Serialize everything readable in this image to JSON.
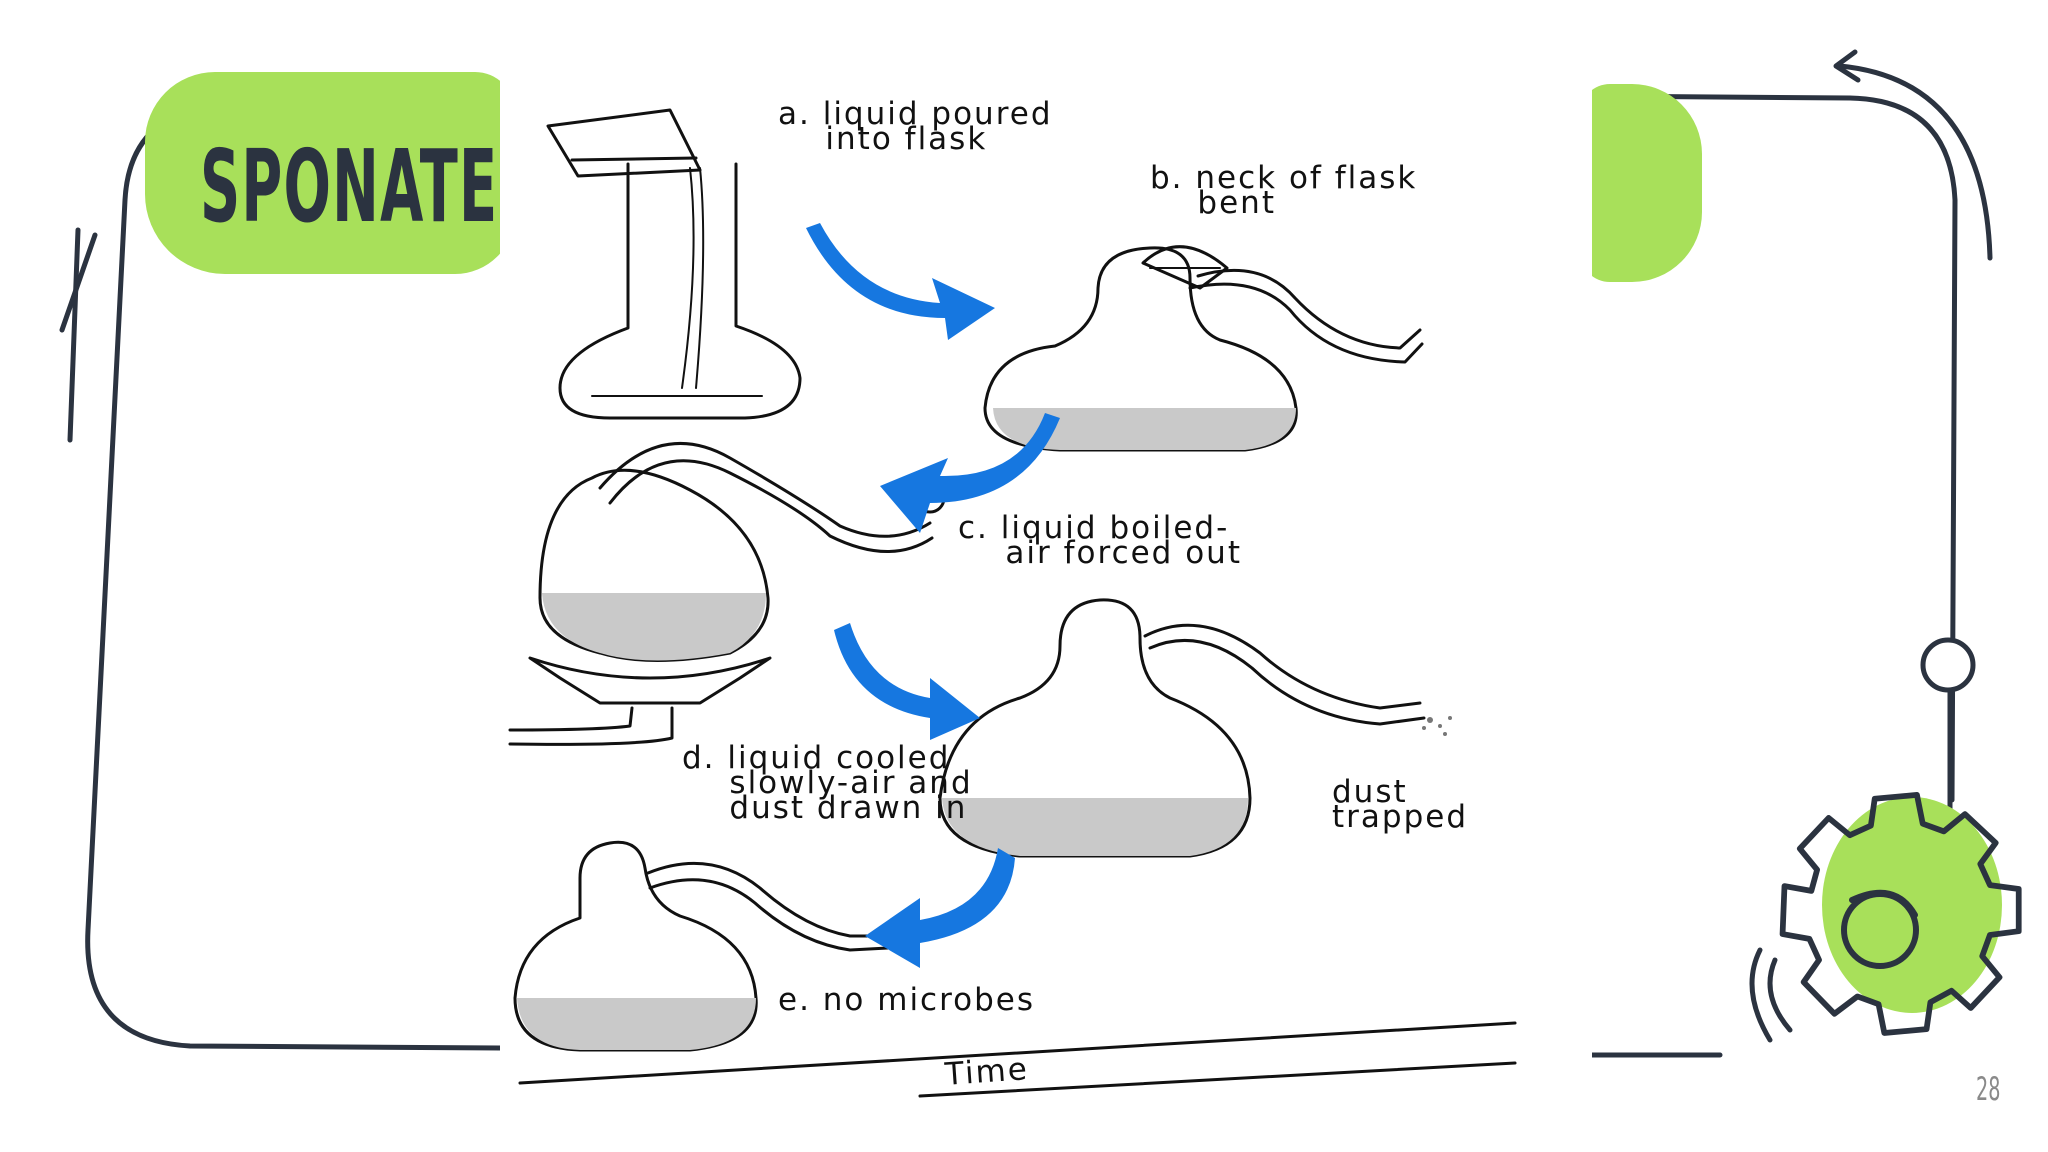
{
  "slide": {
    "title": "SPONATEO",
    "page_number": "28",
    "colors": {
      "accent": "#a8e05a",
      "ink": "#2b3340",
      "arrow_blue": "#1677e0",
      "liquid": "#c9c9c9"
    }
  },
  "figure": {
    "steps": [
      {
        "id": "a",
        "label": "a. liquid poured\n    into flask"
      },
      {
        "id": "b",
        "label": "b. neck of flask\n    bent"
      },
      {
        "id": "c",
        "label": "c. liquid boiled-\n    air forced out"
      },
      {
        "id": "d",
        "label": "d. liquid cooled\n    slowly-air and\n    dust drawn in"
      },
      {
        "id": "dust",
        "label": "dust\ntrapped"
      },
      {
        "id": "e",
        "label": "e. no microbes"
      }
    ],
    "time_label": "Time"
  },
  "icons": [
    "curved-arrow-icon",
    "gear-icon"
  ]
}
